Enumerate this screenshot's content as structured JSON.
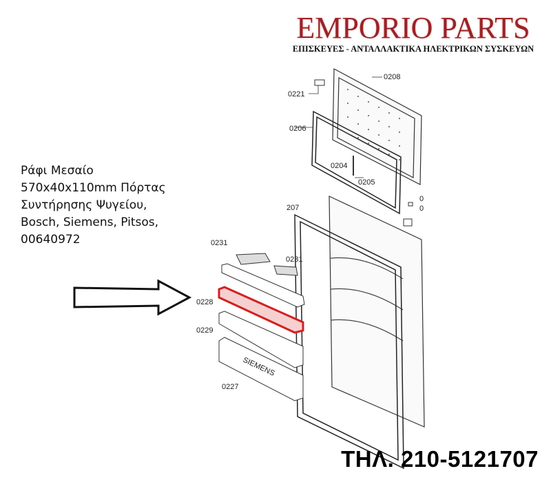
{
  "brand": {
    "name": "EMPORIO PARTS",
    "tagline": "ΕΠΙΣΚΕΥΕΣ - ΑΝΤΑΛΛΑΚΤΙΚΑ ΗΛΕΚΤΡΙΚΩΝ ΣΥΣΚΕΥΩΝ",
    "color": "#9b2226"
  },
  "product": {
    "lines": [
      "Ράφι Μεσαίο",
      "570x40x110mm Πόρτας",
      "Συντήρησης Ψυγείου,",
      "Bosch, Siemens, Pitsos,",
      "00640972"
    ]
  },
  "diagram": {
    "labels": {
      "p0221": "0221",
      "p0208": "0208",
      "p0206": "0206",
      "p0204": "0204",
      "p0205": "0205",
      "p207": "207",
      "p0231a": "0231",
      "p0231b": "0231",
      "p0228": "0228",
      "p0229": "0229",
      "p0227": "0227",
      "edge1": "0",
      "edge2": "0"
    },
    "highlight_color": "#d42020",
    "shelf_brand": "SIEMENS"
  },
  "contact": {
    "phone": "ΤΗΛ. 210-5121707"
  }
}
